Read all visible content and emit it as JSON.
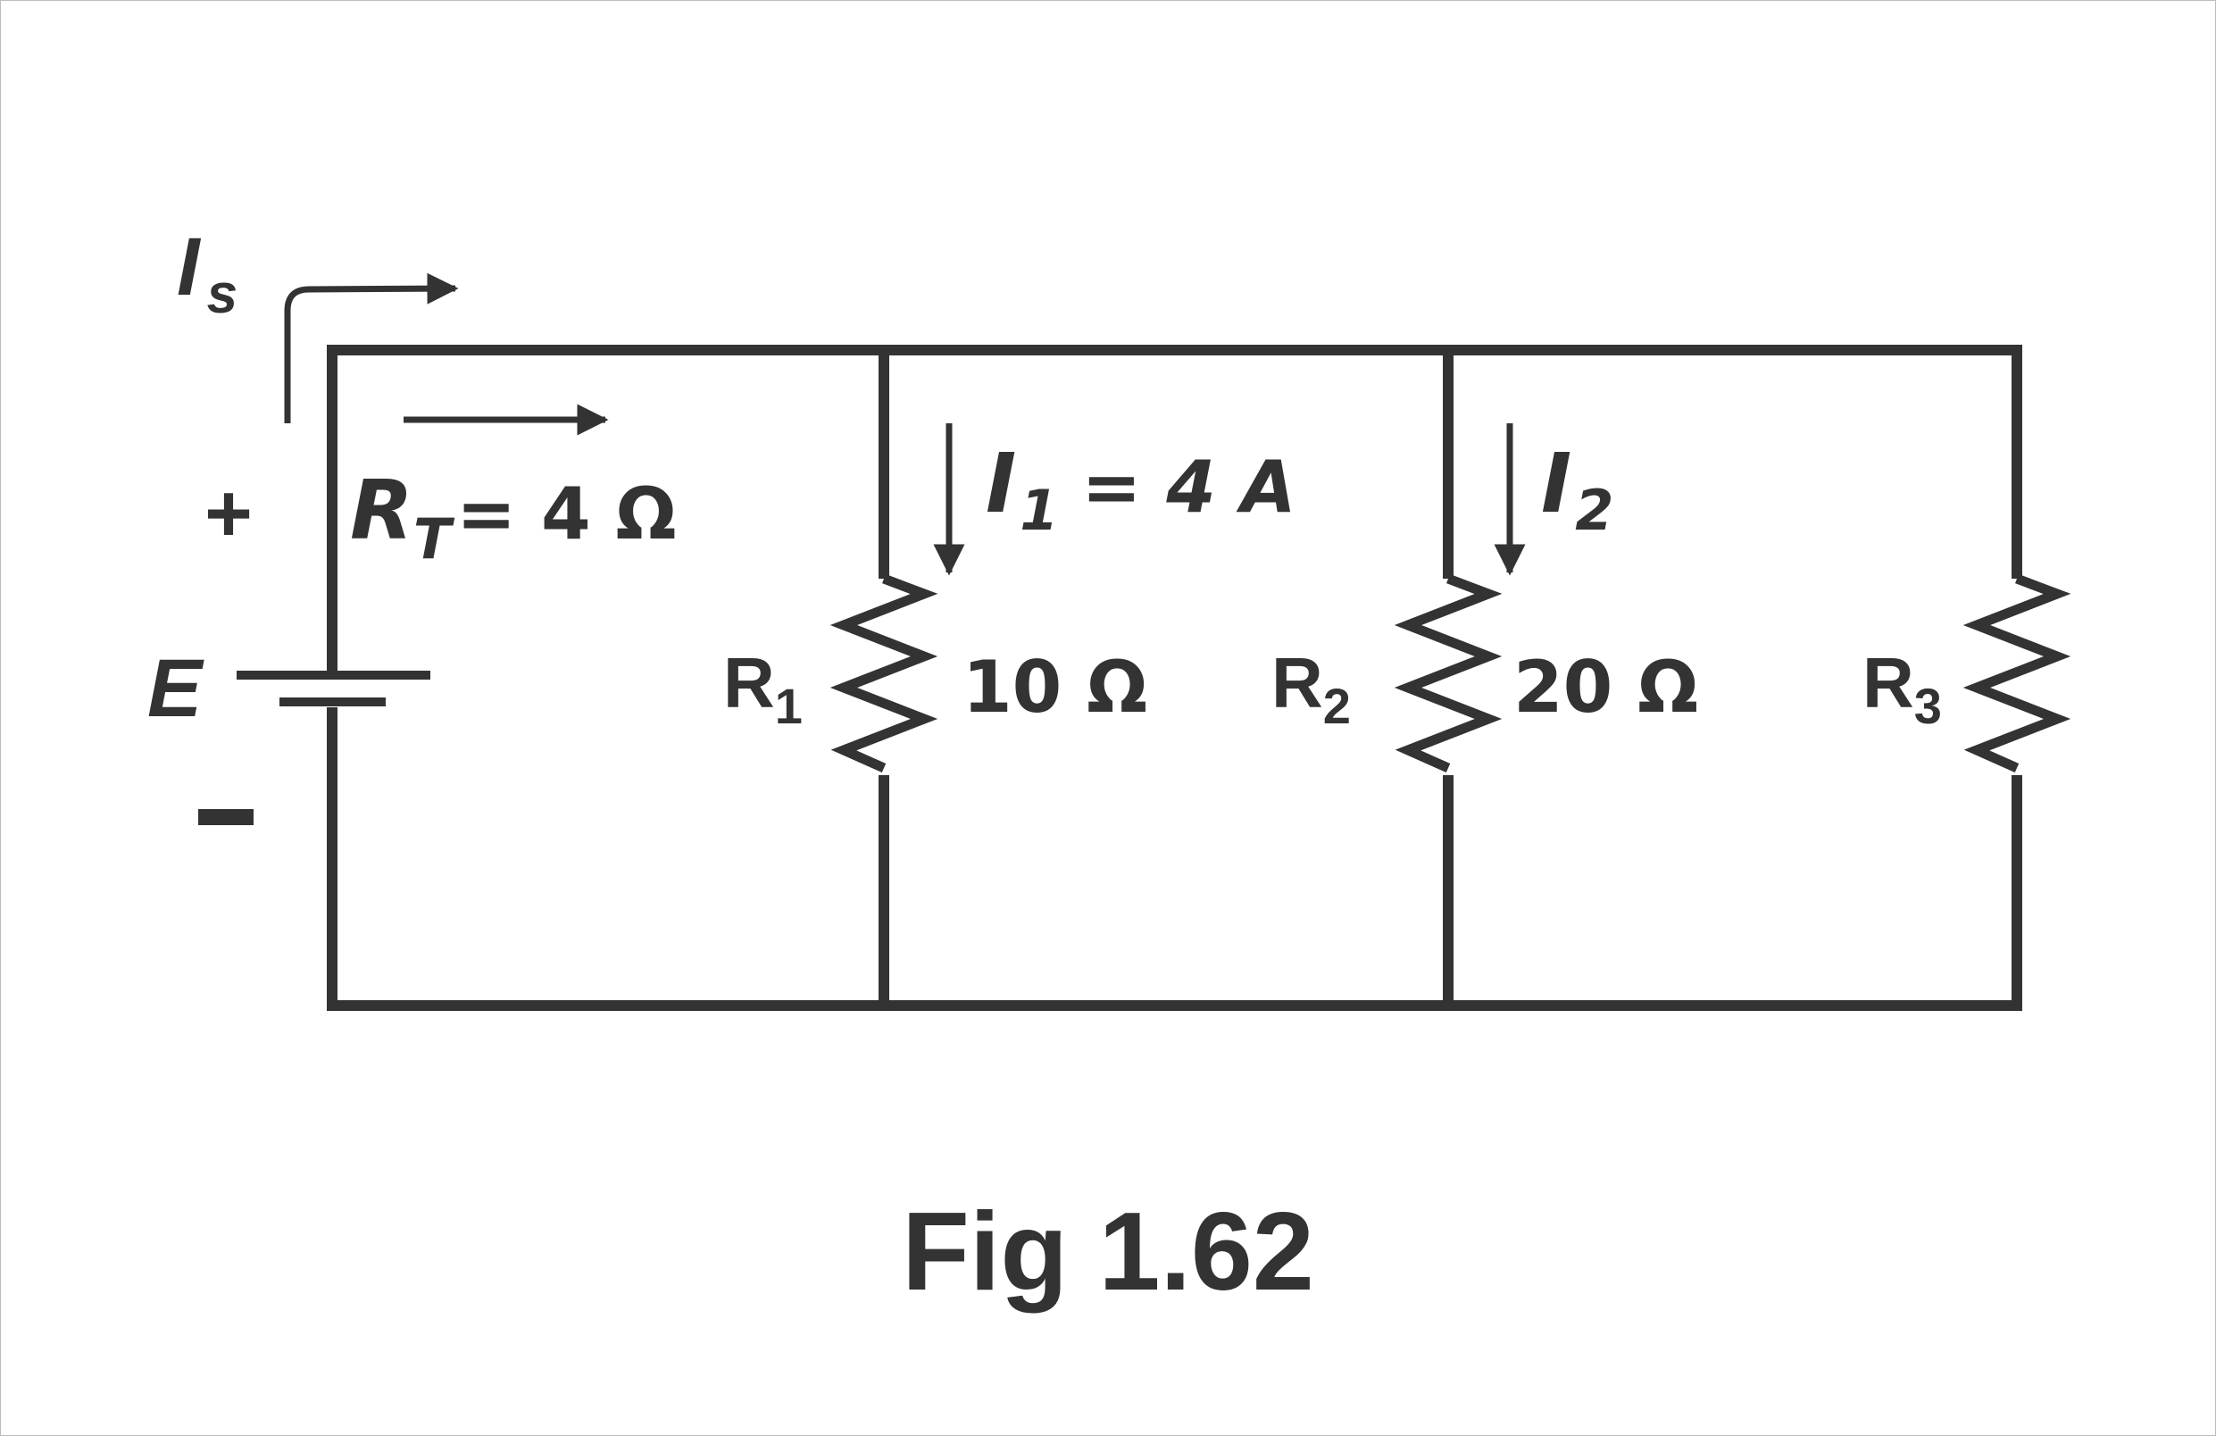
{
  "figure": {
    "caption": "Fig 1.62",
    "ink_color": "#333333",
    "background": "#ffffff"
  },
  "source": {
    "current_label_main": "I",
    "current_label_sub": "s",
    "voltage_label": "E",
    "plus_sign": "+",
    "minus_sign": "–"
  },
  "total_resistance": {
    "main": "R",
    "sub": "T",
    "rest": "= 4 Ω"
  },
  "branch_currents": [
    {
      "main": "I",
      "sub": "1",
      "rest": "= 4 A"
    },
    {
      "main": "I",
      "sub": "2",
      "rest": ""
    }
  ],
  "resistors": [
    {
      "name_main": "R",
      "name_sub": "1",
      "value": "10 Ω"
    },
    {
      "name_main": "R",
      "name_sub": "2",
      "value": "20 Ω"
    },
    {
      "name_main": "R",
      "name_sub": "3",
      "value": ""
    }
  ]
}
